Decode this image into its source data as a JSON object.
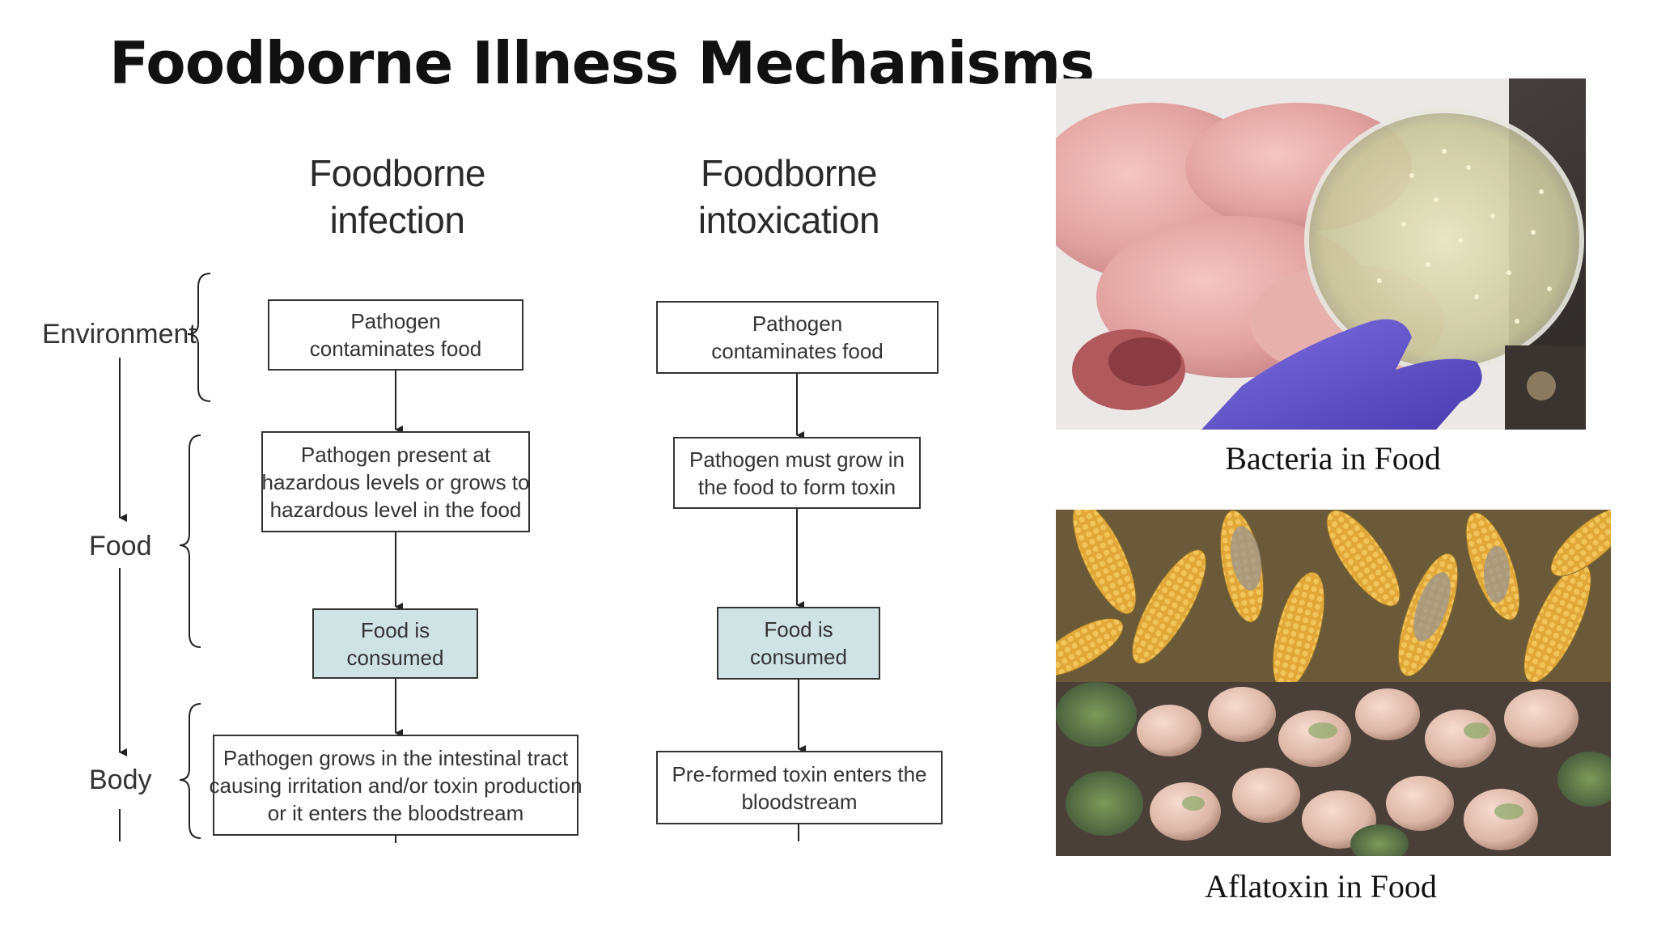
{
  "title": "Foodborne Illness Mechanisms",
  "columns": {
    "infection": {
      "header": [
        "Foodborne",
        "infection"
      ],
      "steps": [
        [
          "Pathogen",
          "contaminates food"
        ],
        [
          "Pathogen present at",
          "hazardous levels or grows to",
          "hazardous level in the food"
        ],
        [
          "Food is",
          "consumed"
        ],
        [
          "Pathogen grows in the intestinal tract",
          "causing irritation and/or toxin production",
          "or it enters the bloodstream"
        ]
      ]
    },
    "intoxication": {
      "header": [
        "Foodborne",
        "intoxication"
      ],
      "steps": [
        [
          "Pathogen",
          "contaminates food"
        ],
        [
          "Pathogen must grow in",
          "the food to form toxin"
        ],
        [
          "Food is",
          "consumed"
        ],
        [
          "Pre-formed toxin enters the",
          "bloodstream"
        ]
      ]
    }
  },
  "stages": {
    "environment": "Environment",
    "food": "Food",
    "body": "Body"
  },
  "captions": {
    "bacteria": "Bacteria in Food",
    "aflatoxin": "Aflatoxin in Food"
  }
}
